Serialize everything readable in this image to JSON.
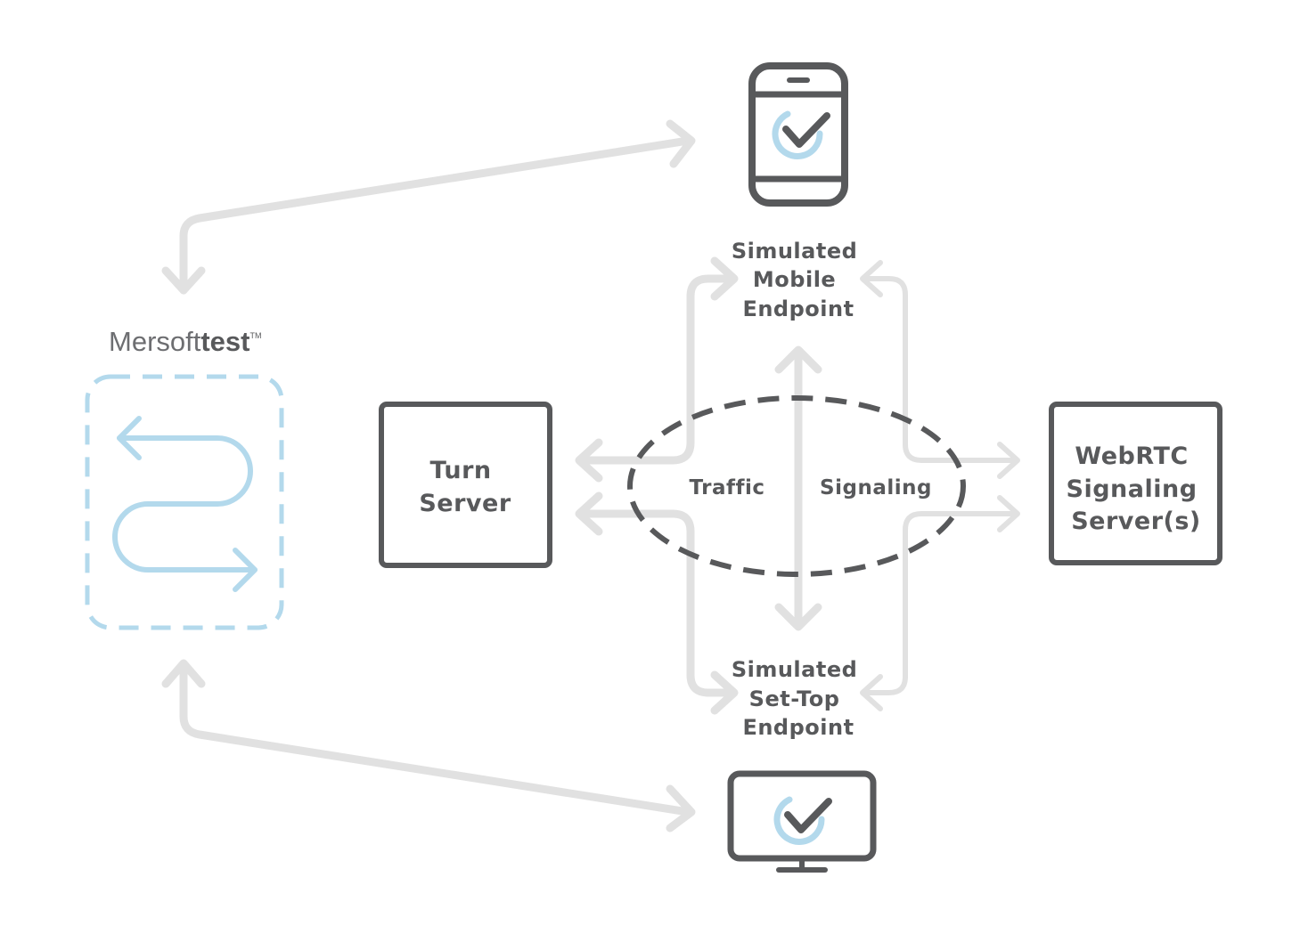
{
  "brand": {
    "name_light": "Mersoft",
    "name_bold": "test",
    "trademark": "TM"
  },
  "nodes": {
    "mobile": {
      "label_lines": [
        "Simulated",
        "Mobile",
        "Endpoint"
      ]
    },
    "settop": {
      "label_lines": [
        "Simulated",
        "Set-Top",
        "Endpoint"
      ]
    },
    "turn": {
      "label_lines": [
        "Turn",
        "Server"
      ]
    },
    "webrtc": {
      "label_lines": [
        "WebRTC",
        "Signaling",
        "Server(s)"
      ]
    }
  },
  "center": {
    "traffic": "Traffic",
    "signaling": "Signaling"
  },
  "icons": [
    "phone-icon",
    "monitor-icon",
    "checkmark-icon",
    "loop-arrows-icon"
  ],
  "colors": {
    "dark": "#58595b",
    "arrow": "#e1e1e1",
    "accent": "#b3d9ec"
  }
}
